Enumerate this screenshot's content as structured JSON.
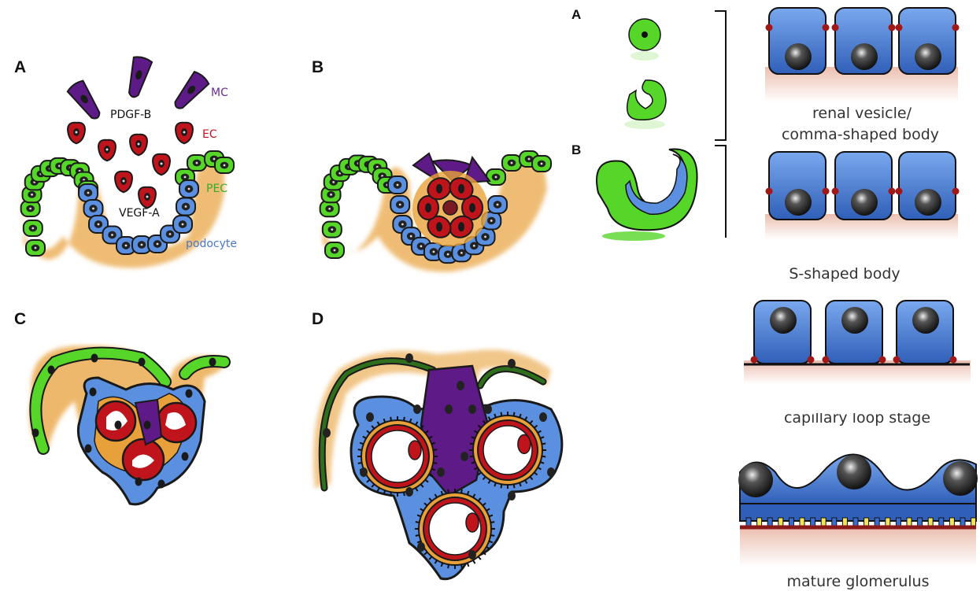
{
  "panels": {
    "a": "A",
    "b": "B",
    "c": "C",
    "d": "D"
  },
  "annotations": {
    "mc": "MC",
    "pdgf": "PDGF-B",
    "ec": "EC",
    "pec": "PEC",
    "vegf": "VEGF-A",
    "podocyte": "podocyte"
  },
  "right_figure": {
    "label_a": "A",
    "label_b": "B",
    "captions": {
      "renal_1": "renal vesicle/",
      "renal_2": "comma-shaped body",
      "s_shaped": "S-shaped body",
      "capillary": "capillary loop stage",
      "mature": "mature glomerulus"
    }
  },
  "colors": {
    "pec": "#56d629",
    "podocyte": "#5b8fe0",
    "ec": "#c0141c",
    "mc": "#5e1a86",
    "matrix": "#e8a13a",
    "outline": "#1a1a1a",
    "mc_text": "#6a2a9a",
    "ec_text": "#c0141c",
    "pec_text": "#3aaa2a",
    "podocyte_text": "#4a78c8"
  }
}
